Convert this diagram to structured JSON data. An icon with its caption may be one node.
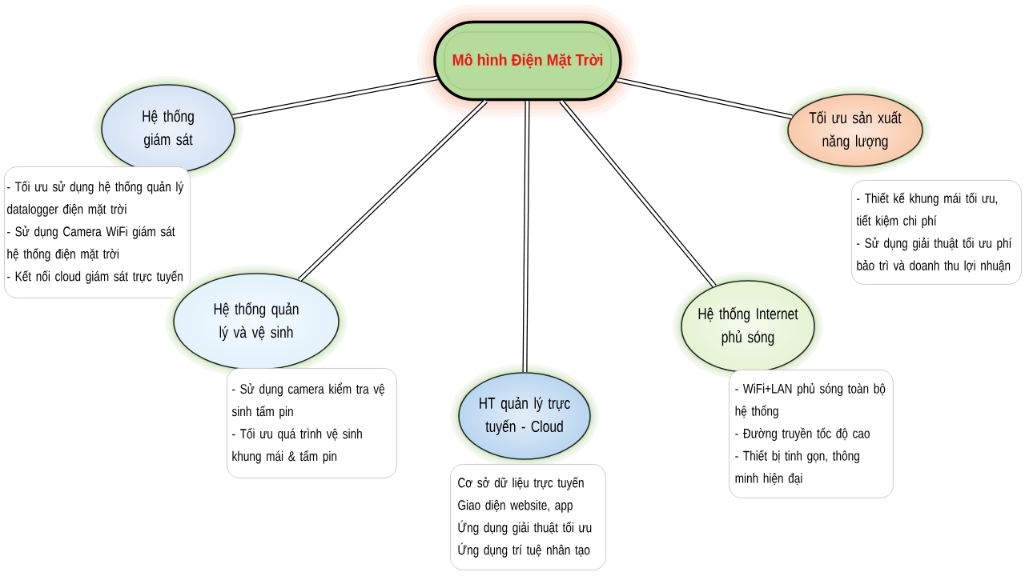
{
  "diagram": {
    "nodes": [
      {
        "text": [
          "Mô hình Điện Mặt Trời"
        ]
      },
      {
        "text": [
          "Hệ thống giám sát"
        ]
      },
      {
        "text": [
          "- Tối ưu sử dụng hệ thống quản lý datalogger điện mặt trời",
          "- Sử dụng Camera WiFi giám sát hệ thống điện mặt trời",
          "- Kết nối cloud giám sát trực tuyến"
        ]
      },
      {
        "text": [
          "Tối ưu sản xuất năng lượng"
        ]
      },
      {
        "text": [
          "- Thiết kế khung mái tối ưu, tiết kiệm chi phí",
          "- Sử dụng giải thuật tối ưu phí bảo trì và doanh thu lợi nhuận"
        ]
      },
      {
        "text": [
          "Hệ thống quản lý và vệ sinh"
        ]
      },
      {
        "text": [
          "- Sử dụng camera kiểm tra vệ sinh tấm pin",
          "- Tối ưu quá trình vệ sinh khung mái & tấm pin"
        ]
      },
      {
        "text": [
          "Hệ thống Internet phủ sóng"
        ]
      },
      {
        "text": [
          "- WiFi+LAN phủ sóng toàn bộ hệ thống",
          "- Đường truyền tốc độ cao",
          "- Thiết bị tinh gọn, thông minh hiện đại"
        ]
      },
      {
        "text": [
          "HT quản lý trực tuyến - Cloud"
        ]
      },
      {
        "text": [
          "Cơ sở dữ liệu trực tuyến",
          "Giao diện website, app",
          "Ứng dụng giải thuật tối ưu",
          "Ứng dụng trí tuệ nhân tạo"
        ]
      }
    ],
    "edges": [
      {
        "from": 0,
        "to": 1,
        "arrow": "none"
      },
      {
        "from": 0,
        "to": 3,
        "arrow": "none"
      },
      {
        "from": 0,
        "to": 5,
        "arrow": "none"
      },
      {
        "from": 0,
        "to": 9,
        "arrow": "none"
      },
      {
        "from": 0,
        "to": 7,
        "arrow": "none"
      }
    ]
  }
}
